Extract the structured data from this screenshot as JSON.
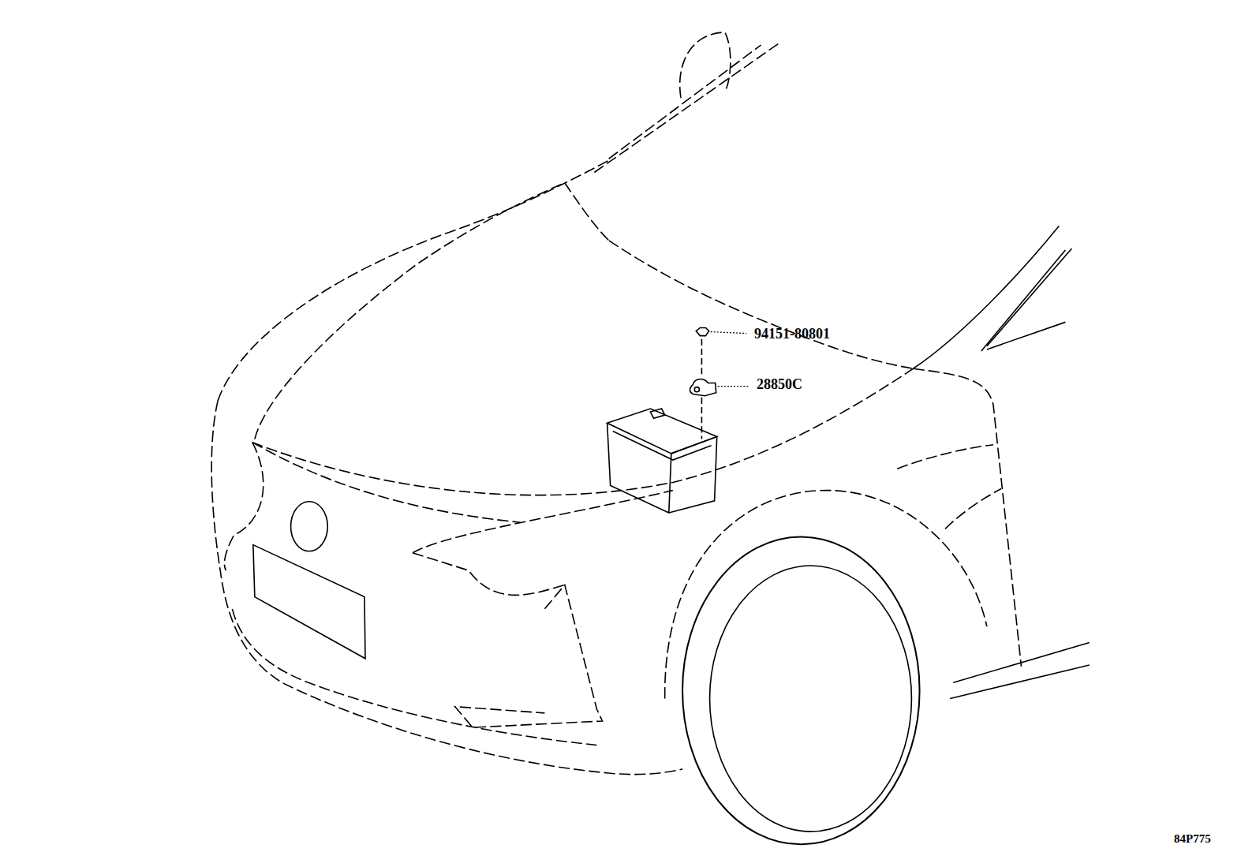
{
  "diagram": {
    "labels": [
      "94151-80801",
      "28850C",
      "84P775"
    ]
  }
}
